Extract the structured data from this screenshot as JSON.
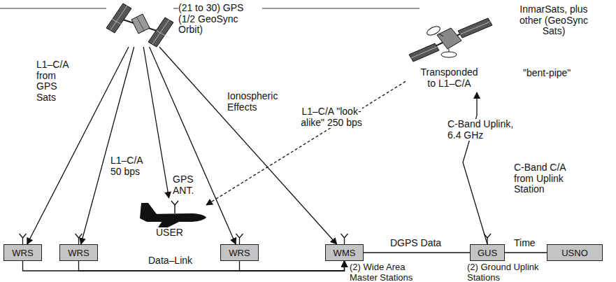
{
  "diagram": {
    "nodes": [
      {
        "text": [
          "(21 to 30) GPS (1/2 GeoSync Orbit)"
        ]
      },
      {
        "text": [
          "InmarSats, plus other (GeoSync Sats)",
          "Transponded to L1–C/A"
        ]
      },
      {
        "text": [
          "GPS ANT.",
          "USER"
        ]
      },
      {
        "text": [
          "WRS"
        ]
      },
      {
        "text": [
          "WRS"
        ]
      },
      {
        "text": [
          "WRS"
        ]
      },
      {
        "text": [
          "WMS"
        ]
      },
      {
        "text": [
          "GUS"
        ]
      },
      {
        "text": [
          "USNO"
        ]
      }
    ],
    "edges": [
      {
        "from": 0,
        "to": 3,
        "arrow": "to",
        "label": "L1–C/A from GPS Sats"
      },
      {
        "from": 0,
        "to": 4,
        "arrow": "to"
      },
      {
        "from": 0,
        "to": 2,
        "arrow": "to",
        "label": "L1–C/A 50 bps"
      },
      {
        "from": 0,
        "to": 5,
        "arrow": "to"
      },
      {
        "from": 0,
        "to": 6,
        "arrow": "to",
        "label": "Ionospheric Effects"
      },
      {
        "from": 1,
        "to": 2,
        "arrow": "to",
        "label": "L1–C/A \"look-alike\" 250 bps"
      },
      {
        "from": 3,
        "to": 6,
        "arrow": "to"
      },
      {
        "from": 4,
        "to": 6,
        "arrow": "to",
        "label": "Data–Link"
      },
      {
        "from": 5,
        "to": 6,
        "arrow": "to"
      },
      {
        "from": 6,
        "to": 7,
        "arrow": "none",
        "label": "DGPS Data"
      },
      {
        "from": 7,
        "to": 8,
        "arrow": "none",
        "label": "Time"
      },
      {
        "from": 7,
        "to": 1,
        "arrow": "to",
        "label": "C-Band Uplink, 6.4 GHz"
      }
    ],
    "labels": [
      "\"bent-pipe\"",
      "C-Band C/A from Uplink Station",
      "(2) Wide Area Master Stations",
      "(2) Ground Uplink Stations"
    ]
  }
}
